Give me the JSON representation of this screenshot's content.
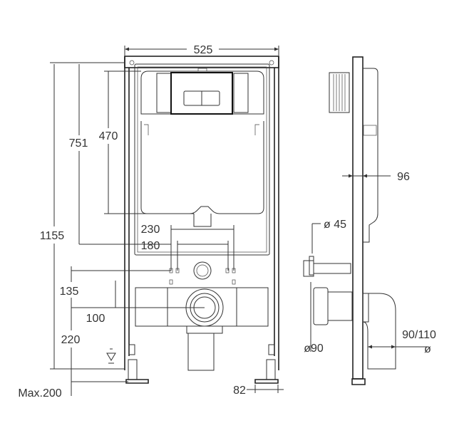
{
  "drawing": {
    "dimensions": {
      "width_top": "525",
      "height_751": "751",
      "height_470": "470",
      "height_1155": "1155",
      "spacing_230": "230",
      "spacing_180": "180",
      "height_135": "135",
      "height_100": "100",
      "height_220": "220",
      "max_200": "Max.200",
      "foot_82": "82",
      "depth_96": "96",
      "dia_45": "ø 45",
      "dia_90": "ø90",
      "dia_90_110": "90/110",
      "dia_symbol": "ø"
    }
  }
}
